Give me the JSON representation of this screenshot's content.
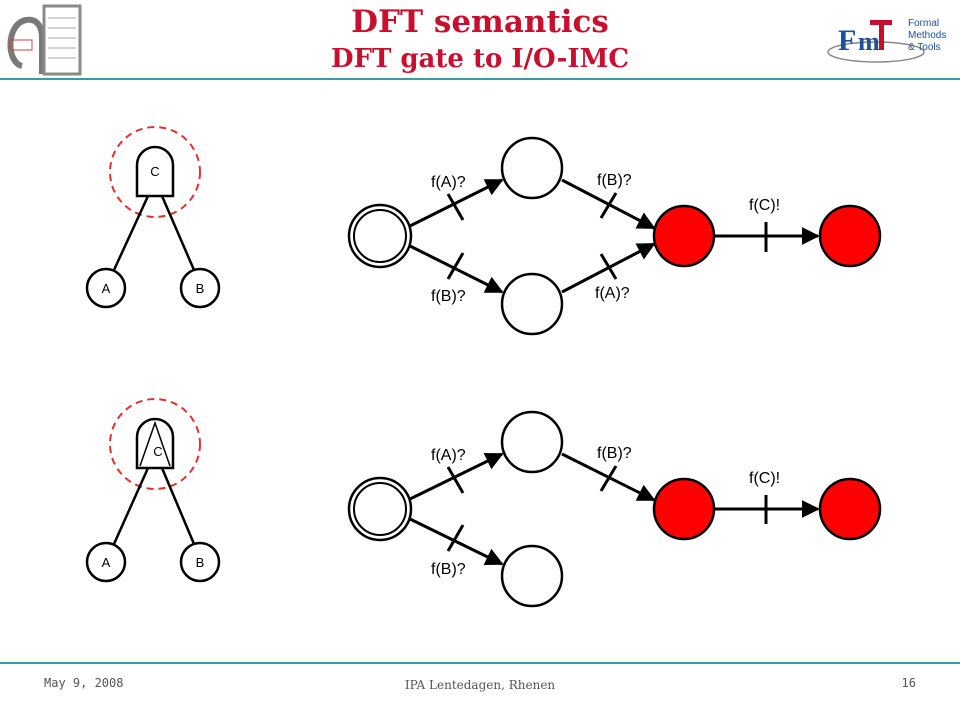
{
  "header": {
    "title": "DFT semantics",
    "subtitle": "DFT gate to I/O-IMC",
    "logo_right_text": [
      "Formal",
      "Methods",
      "& Tools"
    ],
    "accent": "#c8102e",
    "rule_color": "#3a9aa8"
  },
  "and_gate": {
    "gate_label": "C",
    "inputs": [
      "A",
      "B"
    ],
    "transitions": {
      "init_top": "f(A)?",
      "top_to_done": "f(B)?",
      "init_bottom": "f(B)?",
      "bottom_to_done": "f(A)?",
      "fire": "f(C)!"
    }
  },
  "pand_gate": {
    "gate_label": "C",
    "inputs": [
      "A",
      "B"
    ],
    "transitions": {
      "init_top": "f(A)?",
      "top_to_done": "f(B)?",
      "init_bottom": "f(B)?",
      "fire": "f(C)!"
    }
  },
  "colors": {
    "fired_state": "#ff0000",
    "highlight": "#e03030"
  },
  "footer": {
    "date": "May 9, 2008",
    "venue": "IPA Lentedagen, Rhenen",
    "page": "16"
  }
}
